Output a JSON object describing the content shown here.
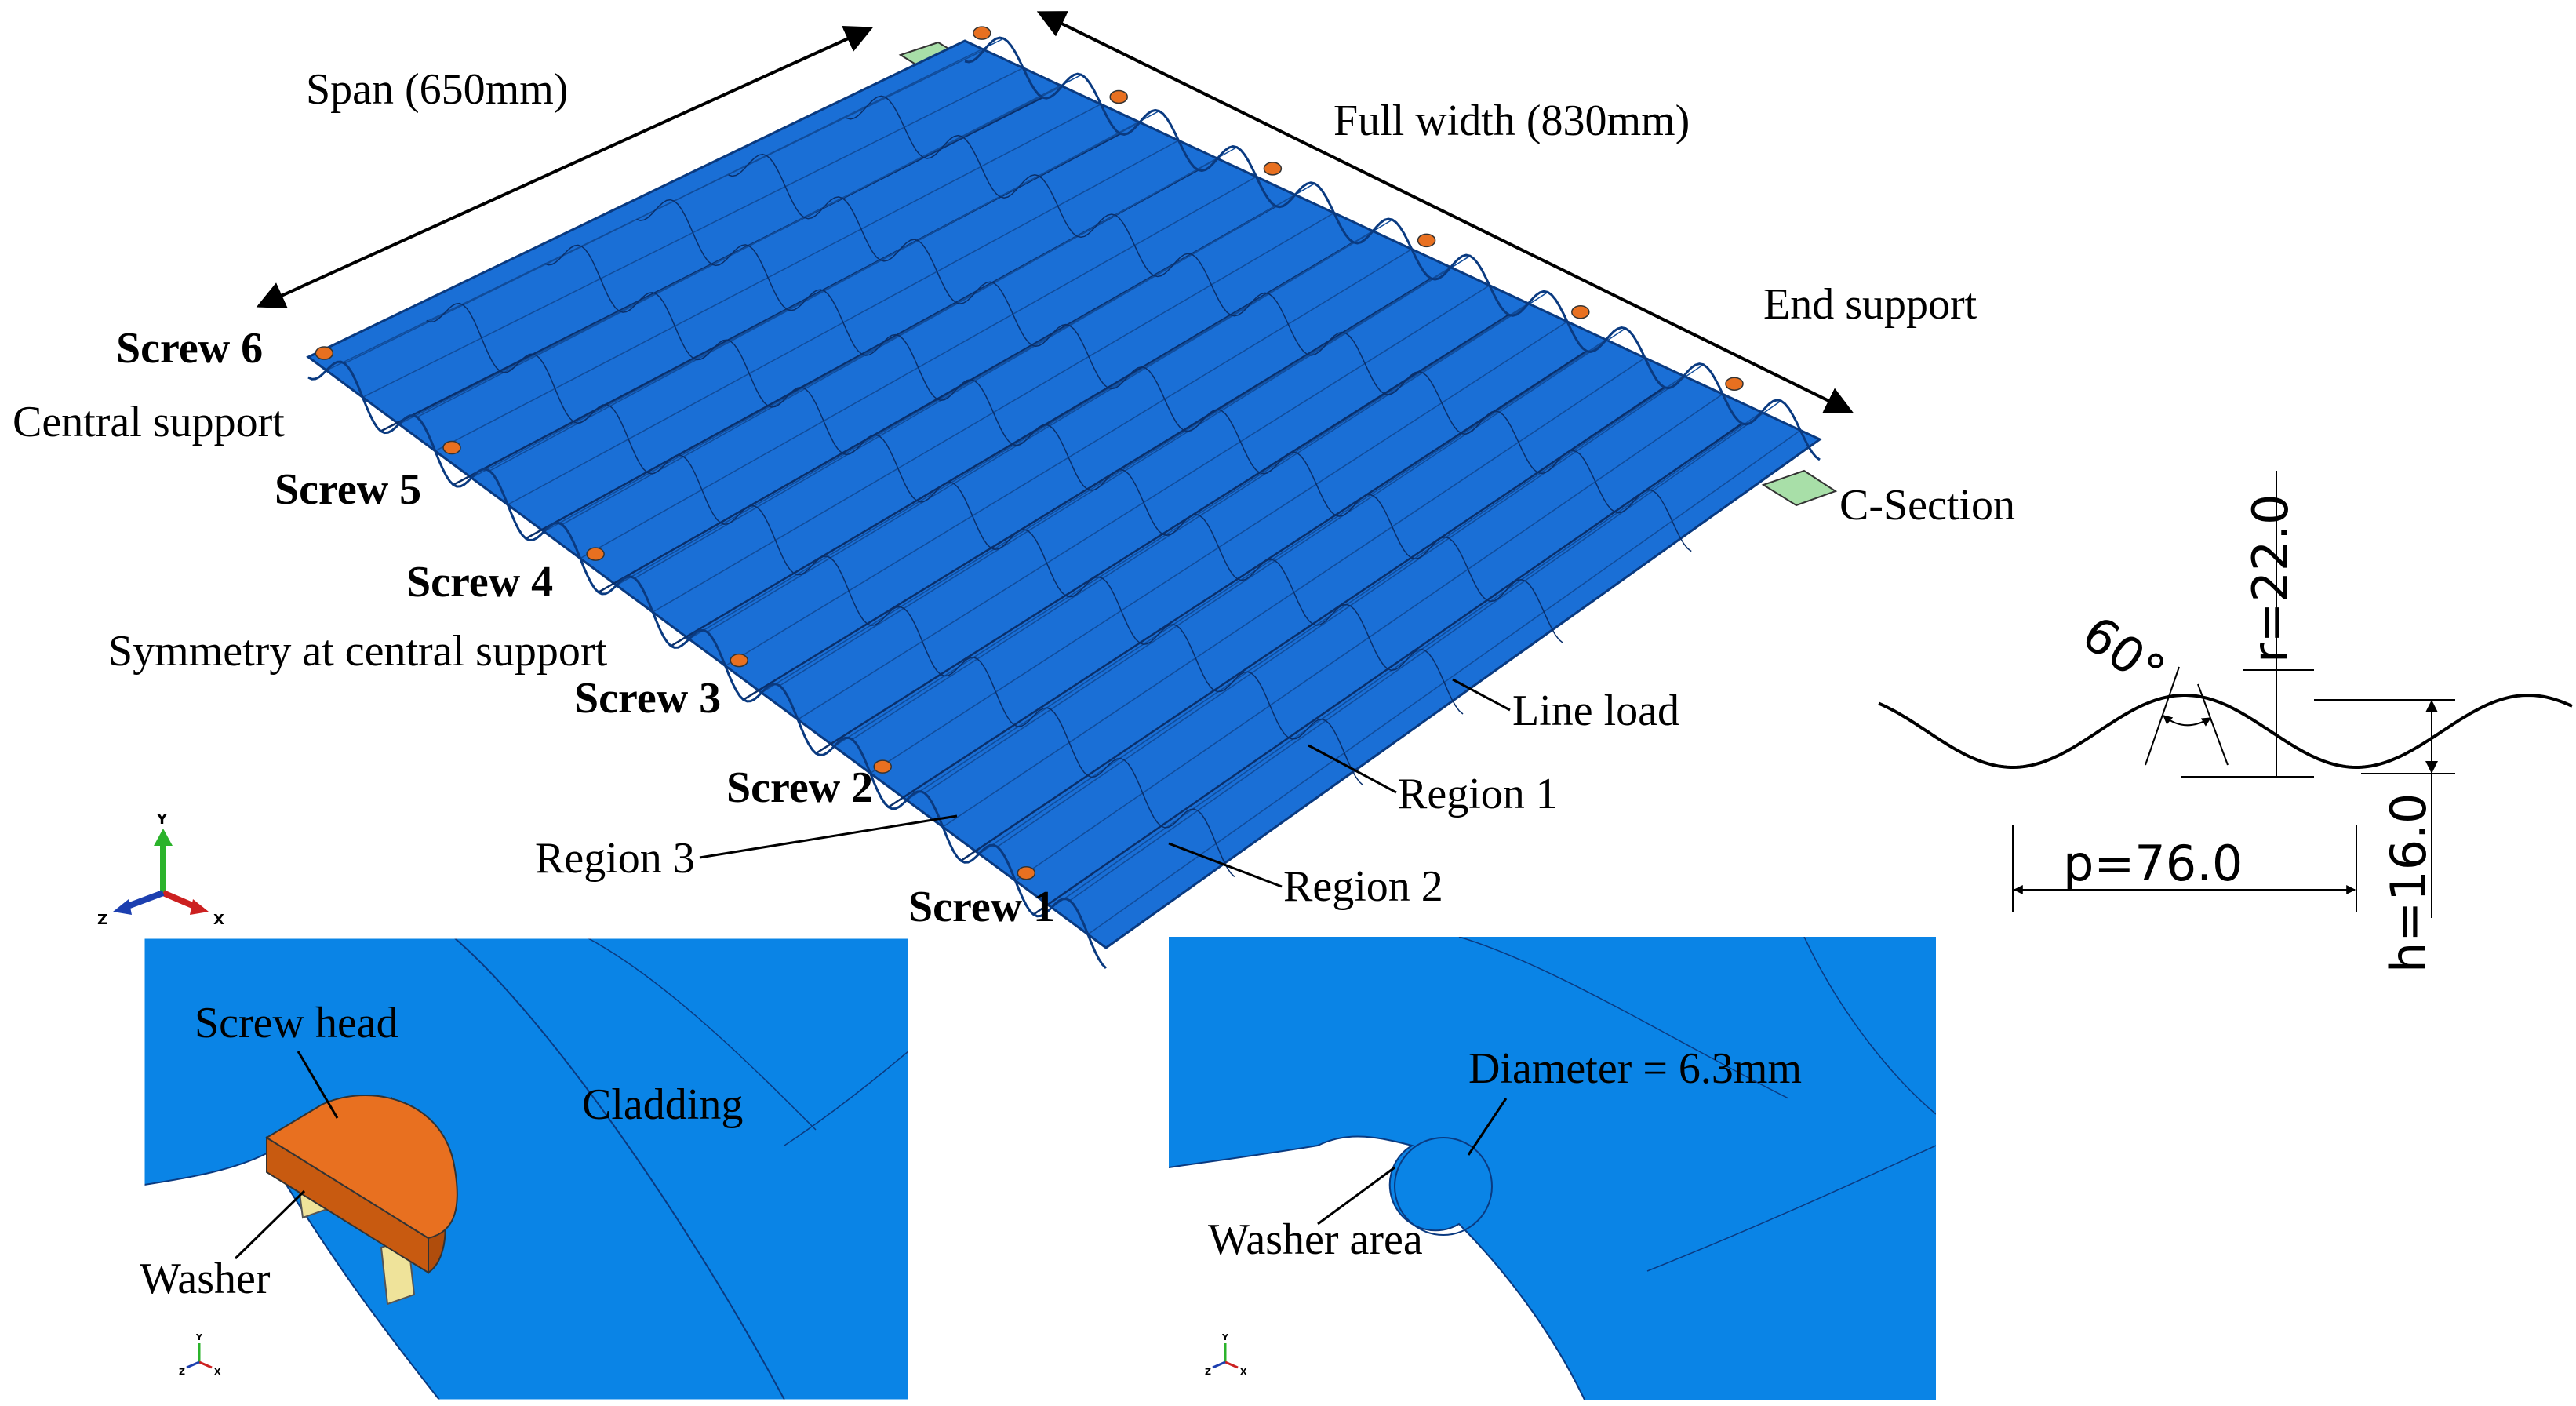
{
  "main_view": {
    "span_label": "Span (650mm)",
    "width_label": "Full width (830mm)",
    "end_support": "End support",
    "central_support": "Central support",
    "symmetry": "Symmetry at central support",
    "c_section": "C-Section",
    "line_load": "Line load",
    "region_1": "Region 1",
    "region_2": "Region 2",
    "region_3": "Region 3",
    "screws": [
      "Screw 1",
      "Screw 2",
      "Screw 3",
      "Screw 4",
      "Screw 5",
      "Screw 6"
    ]
  },
  "profile": {
    "angle": "60°",
    "radius": "r=22.0",
    "pitch": "p=76.0",
    "height": "h=16.0"
  },
  "triad": {
    "x": "X",
    "y": "Y",
    "z": "Z"
  },
  "detail_left": {
    "screw_head": "Screw head",
    "cladding": "Cladding",
    "washer": "Washer"
  },
  "detail_right": {
    "diameter": "Diameter = 6.3mm",
    "washer_area": "Washer area"
  },
  "colors": {
    "sheet": "#1a6fd6",
    "sheet_dark": "#0d54b0",
    "detail_blue": "#0a84e6",
    "screw": "#e87020",
    "washer": "#efe39a",
    "support": "#a8dfa8"
  }
}
